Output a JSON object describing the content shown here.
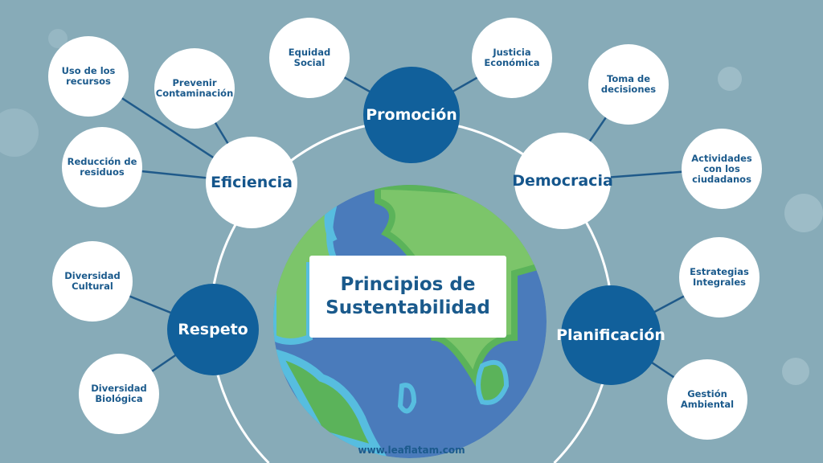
{
  "title": "Principios de\nSustentabilidad",
  "website": "www.leaflatam.com",
  "colors": {
    "background": "#87abb8",
    "dark_node": "#11609b",
    "text": "#1b5a8c",
    "globe_ocean": "#4a7bbb",
    "globe_land": "#7cc56a",
    "globe_shallow": "#57bddf"
  },
  "principles": [
    {
      "id": "promocion",
      "label": "Promoción",
      "style": "dark",
      "children": [
        {
          "label": "Equidad\nSocial"
        },
        {
          "label": "Justicia\nEconómica"
        }
      ]
    },
    {
      "id": "eficiencia",
      "label": "Eficiencia",
      "style": "white",
      "children": [
        {
          "label": "Uso de los\nrecursos"
        },
        {
          "label": "Prevenir\nContaminación"
        },
        {
          "label": "Reducción de\nresiduos"
        }
      ]
    },
    {
      "id": "democracia",
      "label": "Democracia",
      "style": "white",
      "children": [
        {
          "label": "Toma de\ndecisiones"
        },
        {
          "label": "Actividades\ncon los\nciudadanos"
        }
      ]
    },
    {
      "id": "respeto",
      "label": "Respeto",
      "style": "dark",
      "children": [
        {
          "label": "Diversidad\nCultural"
        },
        {
          "label": "Diversidad\nBiológica"
        }
      ]
    },
    {
      "id": "planificacion",
      "label": "Planificación",
      "style": "dark",
      "children": [
        {
          "label": "Estrategias\nIntegrales"
        },
        {
          "label": "Gestión\nAmbiental"
        }
      ]
    }
  ]
}
